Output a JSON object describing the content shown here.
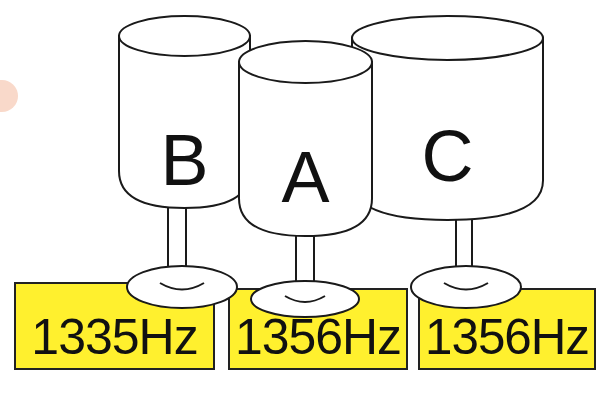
{
  "diagram": {
    "nodes": [
      {
        "text": [
          "B"
        ]
      },
      {
        "text": [
          "A"
        ]
      },
      {
        "text": [
          "C"
        ]
      },
      {
        "text": [
          "1335Hz"
        ]
      },
      {
        "text": [
          "1356Hz"
        ]
      },
      {
        "text": [
          "1356Hz"
        ]
      }
    ]
  }
}
